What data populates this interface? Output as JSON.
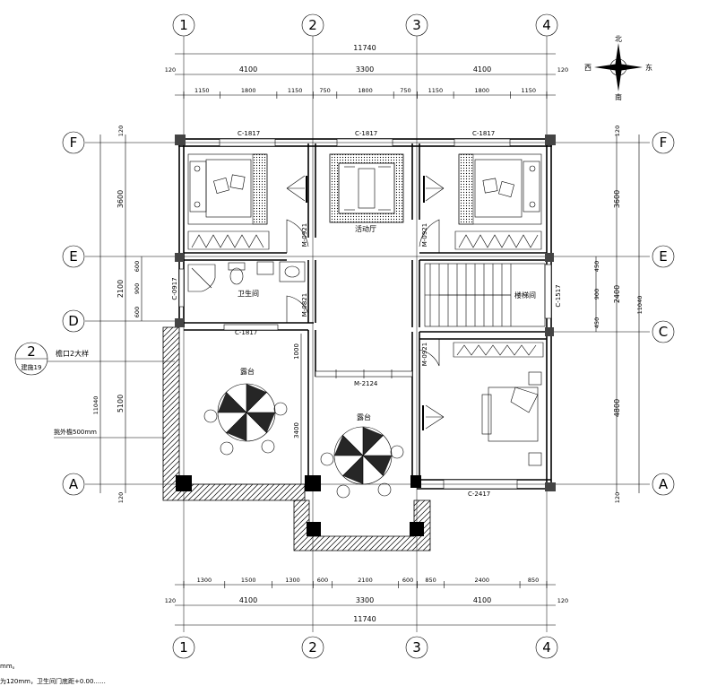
{
  "axes_vertical": [
    "1",
    "2",
    "3",
    "4"
  ],
  "axes_horizontal": [
    "F",
    "E",
    "D",
    "C",
    "A"
  ],
  "compass": {
    "north": "北",
    "south": "南",
    "west": "西",
    "east": "东"
  },
  "top_dims": {
    "total": "11740",
    "edge_left": "120",
    "edge_right": "120",
    "spans": [
      "4100",
      "3300",
      "4100"
    ],
    "segments": [
      "1150",
      "1800",
      "1150",
      "750",
      "1800",
      "750",
      "1150",
      "1800",
      "1150"
    ]
  },
  "bottom_dims": {
    "total": "11740",
    "edge_left": "120",
    "edge_right": "120",
    "spans": [
      "4100",
      "3300",
      "4100"
    ],
    "segments": [
      "1300",
      "1500",
      "1300",
      "600",
      "2100",
      "600",
      "850",
      "2400",
      "850"
    ]
  },
  "left_dims": {
    "total": "11040",
    "top": "120",
    "bottom": "120",
    "spans": [
      "3600",
      "2100",
      "5100"
    ],
    "small": [
      "600",
      "900",
      "600"
    ]
  },
  "right_dims": {
    "total": "11040",
    "top": "120",
    "bottom": "120",
    "spans": [
      "3600",
      "2400",
      "4800"
    ],
    "small": [
      "450",
      "900",
      "450"
    ]
  },
  "windows": {
    "c1817_a": "C-1817",
    "c1817_b": "C-1817",
    "c1817_c": "C-1817",
    "c1817_d": "C-1817",
    "c1517": "C-1517",
    "c0917": "C-0917",
    "c2417": "C-2417"
  },
  "doors": {
    "m0921_a": "M-0921",
    "m0921_b": "M-0921",
    "m0821": "M-0821",
    "m0921_c": "M-0921",
    "m2124": "M-2124"
  },
  "rooms": {
    "activity": "活动厅",
    "bathroom": "卫生间",
    "stairs": "楼梯间",
    "terrace_left": "露台",
    "terrace_center": "露台"
  },
  "annotations": {
    "detail_num": "2",
    "detail_ref": "建施19",
    "eave": "檐口2大样",
    "outer_eave": "挑外檐500mm",
    "elev_1000": "1000",
    "elev_3400": "3400"
  },
  "footer": {
    "line1": "mm。",
    "line2": "为120mm，卫生间门底距+0.00......"
  }
}
